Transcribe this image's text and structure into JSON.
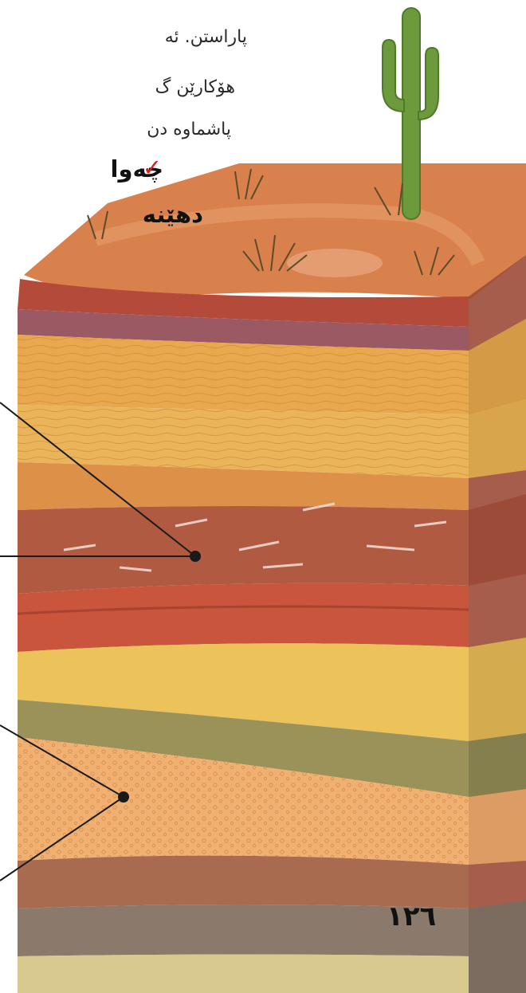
{
  "text": {
    "line1": "پاراستن. ئە",
    "line2": "هۆکارێن گ",
    "line3": "پاشماوە دن",
    "question_check": "✓",
    "question_line1": "چەوا",
    "question_line2": "دهێنە"
  },
  "page_number": "١٢٦",
  "colors": {
    "accent_check": "#d6202a",
    "cactus": "#6e9a3e",
    "desert_top": "#d9814c"
  },
  "illustration": {
    "subject": "cross-section of sedimentary rock layers under desert surface with cactus",
    "icons": [
      "cactus-icon",
      "desert-shrub-icon",
      "fossil-layer",
      "pointer-dot"
    ]
  }
}
